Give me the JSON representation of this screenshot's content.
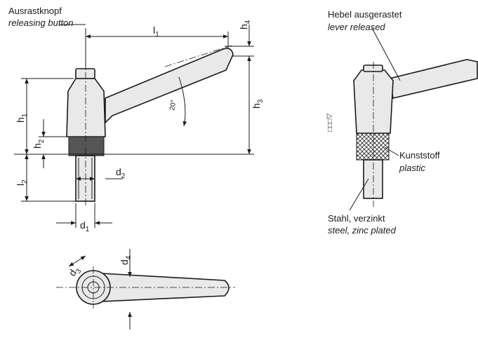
{
  "labels": {
    "release_button_de": "Ausrastknopf",
    "release_button_en": "releasing button",
    "lever_released_de": "Hebel ausgerastet",
    "lever_released_en": "lever released",
    "plastic_de": "Kunststoff",
    "plastic_en": "plastic",
    "steel_de": "Stahl, verzinkt",
    "steel_en": "steel, zinc plated",
    "angle": "20°",
    "symbol": "△□□□"
  },
  "dimensions": {
    "l1": {
      "base": "l",
      "sub": "1"
    },
    "l2": {
      "base": "l",
      "sub": "2"
    },
    "h1": {
      "base": "h",
      "sub": "1"
    },
    "h2": {
      "base": "h",
      "sub": "2"
    },
    "h3": {
      "base": "h",
      "sub": "3"
    },
    "h4": {
      "base": "h",
      "sub": "4"
    },
    "d1": {
      "base": "d",
      "sub": "1"
    },
    "d2": {
      "base": "d",
      "sub": "2"
    },
    "d3": {
      "base": "d",
      "sub": "3"
    },
    "d4": {
      "base": "d",
      "sub": "4"
    }
  }
}
